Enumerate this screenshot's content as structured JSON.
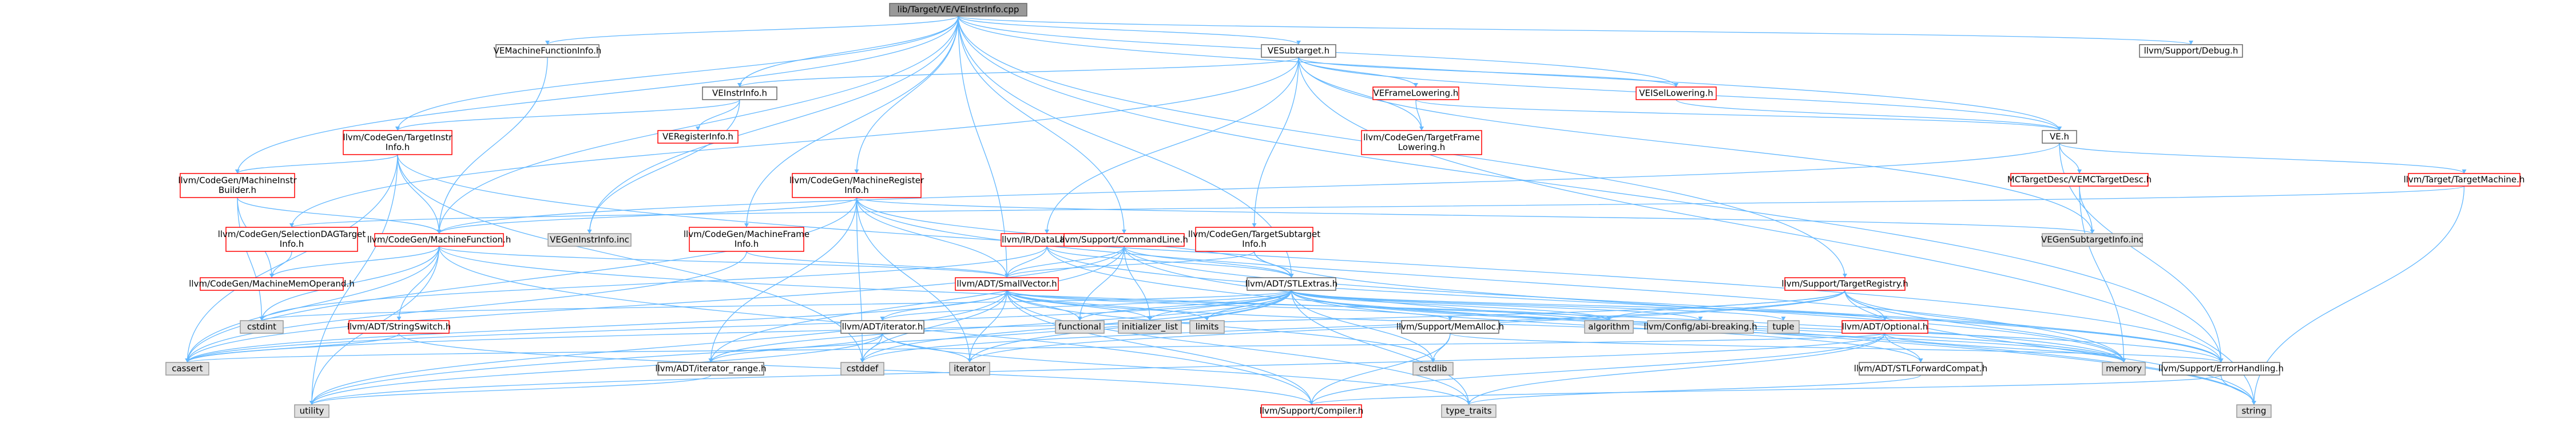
{
  "colors": {
    "edge": "#63b8ff",
    "root_fill": "#999999",
    "root_border": "#666666",
    "plain_fill": "#ffffff",
    "plain_border": "#666666",
    "red_border": "#ff0000",
    "system_fill": "#e0e0e0",
    "system_border": "#999999"
  },
  "nodes": [
    {
      "id": "root",
      "label": "lib/Target/VE/VEInstrInfo.cpp",
      "style": "root"
    },
    {
      "id": "vemfi",
      "label": "VEMachineFunctionInfo.h",
      "style": "plain"
    },
    {
      "id": "vesub",
      "label": "VESubtarget.h",
      "style": "plain"
    },
    {
      "id": "dbg",
      "label": "llvm/Support/Debug.h",
      "style": "plain"
    },
    {
      "id": "veii",
      "label": "VEInstrInfo.h",
      "style": "plain"
    },
    {
      "id": "vefl",
      "label": "VEFrameLowering.h",
      "style": "red"
    },
    {
      "id": "veisel",
      "label": "VEISelLowering.h",
      "style": "red"
    },
    {
      "id": "tii",
      "label": [
        "llvm/CodeGen/TargetInstr",
        "Info.h"
      ],
      "style": "red"
    },
    {
      "id": "vereg",
      "label": "VERegisterInfo.h",
      "style": "red"
    },
    {
      "id": "tfl",
      "label": [
        "llvm/CodeGen/TargetFrame",
        "Lowering.h"
      ],
      "style": "red"
    },
    {
      "id": "veh",
      "label": "VE.h",
      "style": "plain"
    },
    {
      "id": "mib",
      "label": [
        "llvm/CodeGen/MachineInstr",
        "Builder.h"
      ],
      "style": "red"
    },
    {
      "id": "mri",
      "label": [
        "llvm/CodeGen/MachineRegister",
        "Info.h"
      ],
      "style": "red"
    },
    {
      "id": "mctd",
      "label": "MCTargetDesc/VEMCTargetDesc.h",
      "style": "red"
    },
    {
      "id": "tm",
      "label": "llvm/Target/TargetMachine.h",
      "style": "red"
    },
    {
      "id": "sdag",
      "label": [
        "llvm/CodeGen/SelectionDAGTarget",
        "Info.h"
      ],
      "style": "red"
    },
    {
      "id": "mf",
      "label": "llvm/CodeGen/MachineFunction.h",
      "style": "red"
    },
    {
      "id": "vegii",
      "label": "VEGenInstrInfo.inc",
      "style": "system"
    },
    {
      "id": "mfi",
      "label": [
        "llvm/CodeGen/MachineFrame",
        "Info.h"
      ],
      "style": "red"
    },
    {
      "id": "dl",
      "label": "llvm/IR/DataLayout.h",
      "style": "red"
    },
    {
      "id": "cl",
      "label": "llvm/Support/CommandLine.h",
      "style": "red"
    },
    {
      "id": "tsi",
      "label": [
        "llvm/CodeGen/TargetSubtarget",
        "Info.h"
      ],
      "style": "red"
    },
    {
      "id": "vegsi",
      "label": "VEGenSubtargetInfo.inc",
      "style": "system"
    },
    {
      "id": "mmo",
      "label": "llvm/CodeGen/MachineMemOperand.h",
      "style": "red"
    },
    {
      "id": "sv",
      "label": "llvm/ADT/SmallVector.h",
      "style": "red"
    },
    {
      "id": "stl",
      "label": "llvm/ADT/STLExtras.h",
      "style": "plain"
    },
    {
      "id": "treg",
      "label": "llvm/Support/TargetRegistry.h",
      "style": "red"
    },
    {
      "id": "cstdint",
      "label": "cstdint",
      "style": "system"
    },
    {
      "id": "ss",
      "label": "llvm/ADT/StringSwitch.h",
      "style": "red"
    },
    {
      "id": "iter",
      "label": "llvm/ADT/iterator.h",
      "style": "plain"
    },
    {
      "id": "functional",
      "label": "functional",
      "style": "system"
    },
    {
      "id": "initlist",
      "label": "initializer_list",
      "style": "system"
    },
    {
      "id": "limits",
      "label": "limits",
      "style": "system"
    },
    {
      "id": "memalloc",
      "label": "llvm/Support/MemAlloc.h",
      "style": "plain"
    },
    {
      "id": "algorithm",
      "label": "algorithm",
      "style": "system"
    },
    {
      "id": "abibreak",
      "label": "llvm/Config/abi-breaking.h",
      "style": "system"
    },
    {
      "id": "tuple",
      "label": "tuple",
      "style": "system"
    },
    {
      "id": "opt",
      "label": "llvm/ADT/Optional.h",
      "style": "red"
    },
    {
      "id": "cassert",
      "label": "cassert",
      "style": "system"
    },
    {
      "id": "itrange",
      "label": "llvm/ADT/iterator_range.h",
      "style": "plain"
    },
    {
      "id": "cstddef",
      "label": "cstddef",
      "style": "system"
    },
    {
      "id": "iterator",
      "label": "iterator",
      "style": "system"
    },
    {
      "id": "cstdlib",
      "label": "cstdlib",
      "style": "system"
    },
    {
      "id": "memory",
      "label": "memory",
      "style": "system"
    },
    {
      "id": "stlfc",
      "label": "llvm/ADT/STLForwardCompat.h",
      "style": "plain"
    },
    {
      "id": "eh",
      "label": "llvm/Support/ErrorHandling.h",
      "style": "plain"
    },
    {
      "id": "utility",
      "label": "utility",
      "style": "system"
    },
    {
      "id": "compiler",
      "label": "llvm/Support/Compiler.h",
      "style": "red"
    },
    {
      "id": "typetraits",
      "label": "type_traits",
      "style": "system"
    },
    {
      "id": "string",
      "label": "string",
      "style": "system"
    }
  ],
  "edges": [
    [
      "root",
      "vemfi"
    ],
    [
      "root",
      "vesub"
    ],
    [
      "root",
      "dbg"
    ],
    [
      "root",
      "veii"
    ],
    [
      "root",
      "veh"
    ],
    [
      "root",
      "veisel"
    ],
    [
      "root",
      "tii"
    ],
    [
      "root",
      "mib"
    ],
    [
      "root",
      "mri"
    ],
    [
      "root",
      "mfi"
    ],
    [
      "root",
      "vegii"
    ],
    [
      "root",
      "cl"
    ],
    [
      "root",
      "sv"
    ],
    [
      "root",
      "stl"
    ],
    [
      "root",
      "treg"
    ],
    [
      "root",
      "eh"
    ],
    [
      "root",
      "mf"
    ],
    [
      "vemfi",
      "mf"
    ],
    [
      "vesub",
      "veii"
    ],
    [
      "vesub",
      "vefl"
    ],
    [
      "vesub",
      "veisel"
    ],
    [
      "vesub",
      "tfl"
    ],
    [
      "vesub",
      "veh"
    ],
    [
      "vesub",
      "tsi"
    ],
    [
      "vesub",
      "dl"
    ],
    [
      "vesub",
      "sdag"
    ],
    [
      "vesub",
      "vegsi"
    ],
    [
      "vesub",
      "string"
    ],
    [
      "veii",
      "vereg"
    ],
    [
      "veii",
      "tii"
    ],
    [
      "veii",
      "vegii"
    ],
    [
      "vefl",
      "tfl"
    ],
    [
      "vefl",
      "veh"
    ],
    [
      "veisel",
      "veh"
    ],
    [
      "tii",
      "mf"
    ],
    [
      "tii",
      "mib"
    ],
    [
      "tii",
      "utility"
    ],
    [
      "tii",
      "cassert"
    ],
    [
      "tii",
      "cstddef"
    ],
    [
      "tii",
      "eh"
    ],
    [
      "veh",
      "mctd"
    ],
    [
      "veh",
      "tm"
    ],
    [
      "veh",
      "eh"
    ],
    [
      "veh",
      "mf"
    ],
    [
      "mib",
      "mf"
    ],
    [
      "mib",
      "mmo"
    ],
    [
      "mib",
      "cstdint"
    ],
    [
      "mri",
      "sv"
    ],
    [
      "mri",
      "stl"
    ],
    [
      "mri",
      "mf"
    ],
    [
      "mri",
      "memory"
    ],
    [
      "mri",
      "cassert"
    ],
    [
      "mri",
      "cstddef"
    ],
    [
      "mri",
      "iterator"
    ],
    [
      "mri",
      "vegsi"
    ],
    [
      "mri",
      "itrange"
    ],
    [
      "mctd",
      "vegsi"
    ],
    [
      "mctd",
      "memory"
    ],
    [
      "tm",
      "string"
    ],
    [
      "tm",
      "sdag"
    ],
    [
      "sdag",
      "mmo"
    ],
    [
      "mf",
      "sv"
    ],
    [
      "mf",
      "mmo"
    ],
    [
      "mf",
      "ss"
    ],
    [
      "mf",
      "cstdint"
    ],
    [
      "mf",
      "cassert"
    ],
    [
      "mf",
      "utility"
    ],
    [
      "mf",
      "memory"
    ],
    [
      "mf",
      "compiler"
    ],
    [
      "mfi",
      "sv"
    ],
    [
      "mfi",
      "cassert"
    ],
    [
      "dl",
      "sv"
    ],
    [
      "dl",
      "stl"
    ],
    [
      "dl",
      "cstdint"
    ],
    [
      "dl",
      "string"
    ],
    [
      "dl",
      "eh"
    ],
    [
      "cl",
      "sv"
    ],
    [
      "cl",
      "stl"
    ],
    [
      "cl",
      "functional"
    ],
    [
      "cl",
      "initlist"
    ],
    [
      "cl",
      "string"
    ],
    [
      "cl",
      "cassert"
    ],
    [
      "cl",
      "itrange"
    ],
    [
      "cl",
      "eh"
    ],
    [
      "cl",
      "climits"
    ],
    [
      "tsi",
      "sv"
    ],
    [
      "tsi",
      "memory"
    ],
    [
      "tsi",
      "stl"
    ],
    [
      "sv",
      "memalloc"
    ],
    [
      "sv",
      "iter"
    ],
    [
      "sv",
      "cassert"
    ],
    [
      "sv",
      "cstddef"
    ],
    [
      "sv",
      "cstdlib"
    ],
    [
      "sv",
      "functional"
    ],
    [
      "sv",
      "initlist"
    ],
    [
      "sv",
      "limits"
    ],
    [
      "sv",
      "memory"
    ],
    [
      "sv",
      "utility"
    ],
    [
      "sv",
      "algorithm"
    ],
    [
      "sv",
      "compiler"
    ],
    [
      "sv",
      "iterator"
    ],
    [
      "sv",
      "typetraits"
    ],
    [
      "stl",
      "opt"
    ],
    [
      "stl",
      "itrange"
    ],
    [
      "stl",
      "iter"
    ],
    [
      "stl",
      "abibreak"
    ],
    [
      "stl",
      "algorithm"
    ],
    [
      "stl",
      "cassert"
    ],
    [
      "stl",
      "cstddef"
    ],
    [
      "stl",
      "cstdint"
    ],
    [
      "stl",
      "cstdlib"
    ],
    [
      "stl",
      "functional"
    ],
    [
      "stl",
      "initlist"
    ],
    [
      "stl",
      "iterator"
    ],
    [
      "stl",
      "limits"
    ],
    [
      "stl",
      "memory"
    ],
    [
      "stl",
      "tuple"
    ],
    [
      "stl",
      "typetraits"
    ],
    [
      "stl",
      "utility"
    ],
    [
      "stl",
      "stlfc"
    ],
    [
      "stl",
      "eh"
    ],
    [
      "treg",
      "opt"
    ],
    [
      "treg",
      "algorithm"
    ],
    [
      "treg",
      "cassert"
    ],
    [
      "treg",
      "cstddef"
    ],
    [
      "treg",
      "iterator"
    ],
    [
      "treg",
      "memory"
    ],
    [
      "treg",
      "string"
    ],
    [
      "treg",
      "eh"
    ],
    [
      "ss",
      "cassert"
    ],
    [
      "ss",
      "cstring"
    ],
    [
      "ss",
      "compiler"
    ],
    [
      "iter",
      "itrange"
    ],
    [
      "iter",
      "cstddef"
    ],
    [
      "iter",
      "iterator"
    ],
    [
      "iter",
      "typetraits"
    ],
    [
      "iter",
      "utility"
    ],
    [
      "memalloc",
      "compiler"
    ],
    [
      "memalloc",
      "eh"
    ],
    [
      "memalloc",
      "cstdlib"
    ],
    [
      "opt",
      "stlfc"
    ],
    [
      "opt",
      "cassert"
    ],
    [
      "opt",
      "memory"
    ],
    [
      "opt",
      "new"
    ],
    [
      "opt",
      "utility"
    ],
    [
      "opt",
      "compiler"
    ],
    [
      "opt",
      "typetraits"
    ],
    [
      "itrange",
      "utility"
    ],
    [
      "stlfc",
      "typetraits"
    ],
    [
      "eh",
      "compiler"
    ],
    [
      "eh",
      "string"
    ]
  ]
}
